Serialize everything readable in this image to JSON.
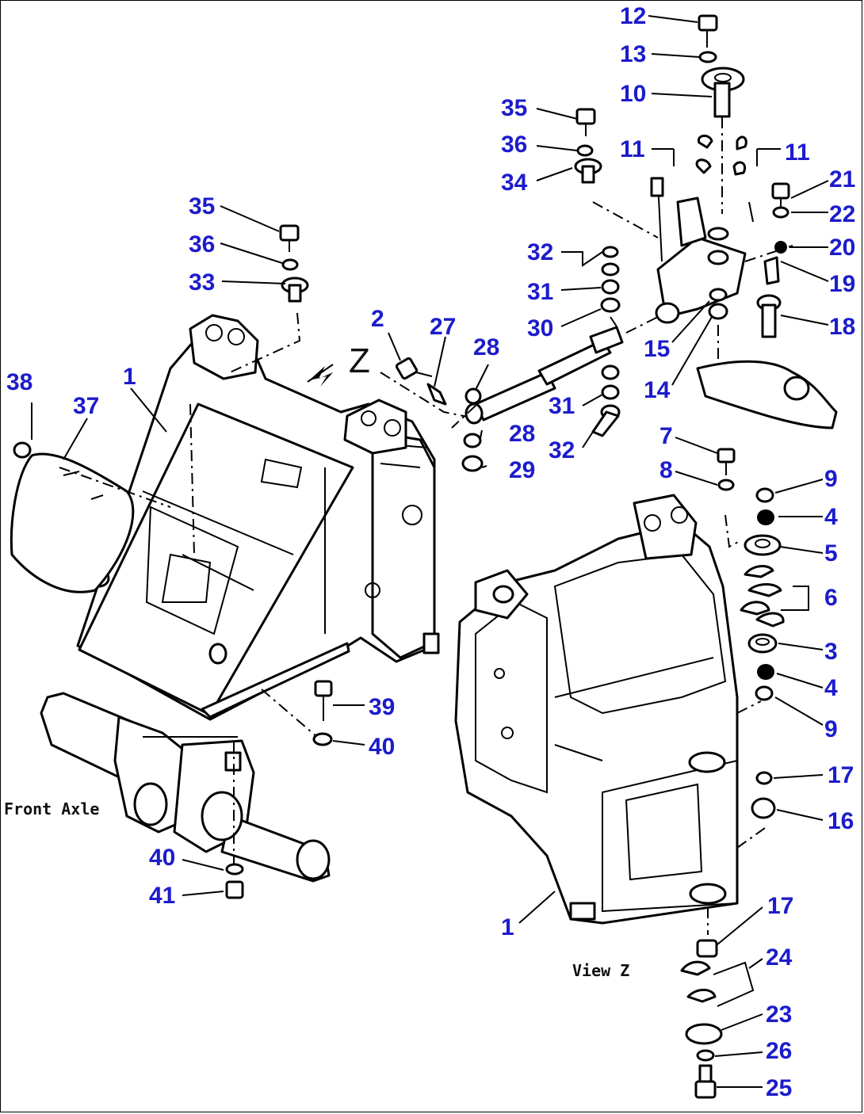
{
  "labels": {
    "front_axle": "Front Axle",
    "view_z": "View Z",
    "z_marker": "Z"
  },
  "callouts": {
    "c1a": "1",
    "c1b": "1",
    "c2": "2",
    "c3": "3",
    "c4a": "4",
    "c4b": "4",
    "c5": "5",
    "c6": "6",
    "c7": "7",
    "c8": "8",
    "c9a": "9",
    "c9b": "9",
    "c10": "10",
    "c11a": "11",
    "c11b": "11",
    "c12": "12",
    "c13": "13",
    "c14": "14",
    "c15": "15",
    "c16": "16",
    "c17a": "17",
    "c17b": "17",
    "c18": "18",
    "c19": "19",
    "c20": "20",
    "c21": "21",
    "c22": "22",
    "c23": "23",
    "c24": "24",
    "c25": "25",
    "c26": "26",
    "c27": "27",
    "c28a": "28",
    "c28b": "28",
    "c29": "29",
    "c30": "30",
    "c31a": "31",
    "c31b": "31",
    "c32a": "32",
    "c32b": "32",
    "c33": "33",
    "c34": "34",
    "c35a": "35",
    "c35b": "35",
    "c36a": "36",
    "c36b": "36",
    "c37": "37",
    "c38": "38",
    "c39": "39",
    "c40a": "40",
    "c40b": "40",
    "c41": "41"
  },
  "colors": {
    "callout": "#1c1ccc",
    "line": "#000000",
    "background": "#ffffff"
  }
}
